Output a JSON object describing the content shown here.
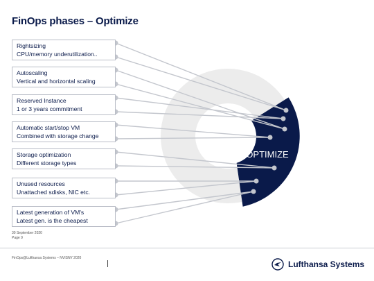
{
  "slide": {
    "title": "FinOps phases – Optimize",
    "phase_label": "OPTIMIZE",
    "items": [
      {
        "title": "Rightsizing",
        "subtitle": "CPU/memory underutilization.."
      },
      {
        "title": "Autoscaling",
        "subtitle": "Vertical and horizontal scaling"
      },
      {
        "title": "Reserved Instance",
        "subtitle": "1 or 3 years commitment"
      },
      {
        "title": "Automatic start/stop VM",
        "subtitle": "Combined with storage change"
      },
      {
        "title": "Storage optimization",
        "subtitle": "Different storage types"
      },
      {
        "title": "Unused resources",
        "subtitle": "Unattached sdisks, NIC etc."
      },
      {
        "title": "Latest generation of VM's",
        "subtitle": "Latest gen. is the cheapest"
      }
    ],
    "date": "30 September 2020",
    "page": "Page 9"
  },
  "footer": {
    "left_text": "FinOps@Lufthansa Systems – NVISNY 2020",
    "brand": "Lufthansa Systems"
  },
  "colors": {
    "navy": "#0a1a4a",
    "ring_light": "#ececec",
    "connector": "#b8bcc6"
  }
}
